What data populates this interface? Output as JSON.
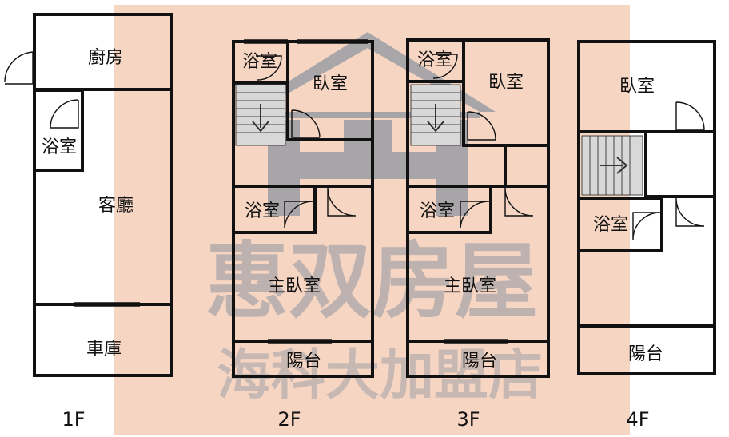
{
  "colors": {
    "wall": "#111111",
    "watermark_bg": "#f6d5c3",
    "watermark_logo": "#8f96a0",
    "stair_fill": "#d8d8d8",
    "stair_line": "#444444"
  },
  "watermark": {
    "brand": "惠双房屋",
    "tagline": "海科大加盟店"
  },
  "floors": [
    {
      "label": "1F",
      "rooms": {
        "kitchen": "廚房",
        "bathroom": "浴室",
        "living_room": "客廳",
        "garage": "車庫"
      }
    },
    {
      "label": "2F",
      "rooms": {
        "bathroom_top": "浴室",
        "bedroom": "臥室",
        "bathroom_mid": "浴室",
        "master_bedroom": "主臥室",
        "balcony": "陽台"
      }
    },
    {
      "label": "3F",
      "rooms": {
        "bathroom_top": "浴室",
        "bedroom": "臥室",
        "bathroom_mid": "浴室",
        "master_bedroom": "主臥室",
        "balcony": "陽台"
      }
    },
    {
      "label": "4F",
      "rooms": {
        "bedroom": "臥室",
        "bathroom": "浴室",
        "balcony": "陽台"
      }
    }
  ]
}
